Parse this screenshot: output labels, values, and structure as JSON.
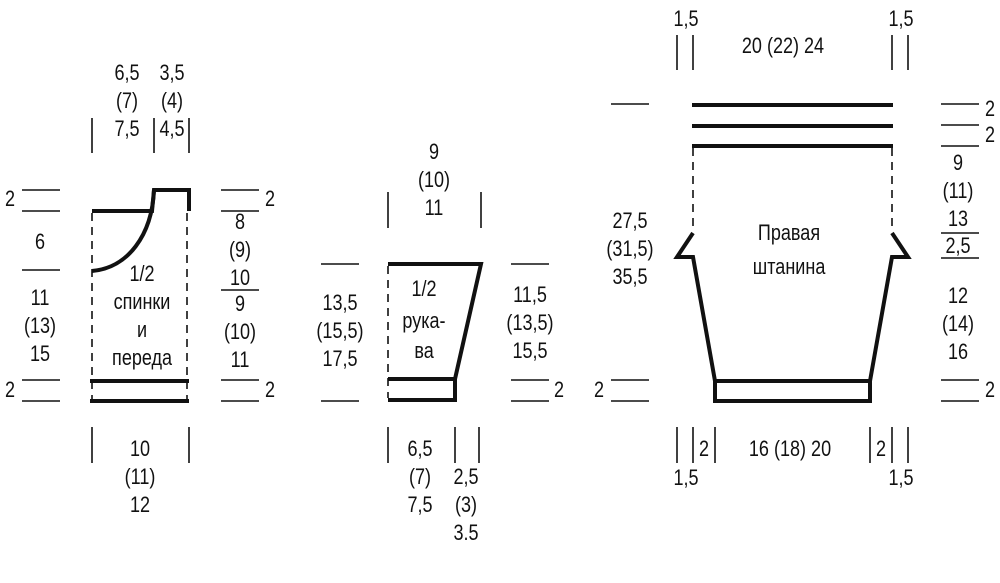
{
  "colors": {
    "ink": "#111111",
    "background": "#ffffff"
  },
  "back_front": {
    "top_neck": [
      "6,5",
      "(7)",
      "7,5"
    ],
    "top_shoulder": [
      "3,5",
      "(4)",
      "4,5"
    ],
    "left_top": "2",
    "left_neck_depth": "6",
    "left_body": [
      "11",
      "(13)",
      "15"
    ],
    "left_bottom": "2",
    "right_top": "2",
    "right_armhole": [
      "8",
      "(9)",
      "10"
    ],
    "right_side": [
      "9",
      "(10)",
      "11"
    ],
    "right_bottom": "2",
    "title": [
      "1/2",
      "спинки",
      "и",
      "переда"
    ],
    "bottom_width": [
      "10",
      "(11)",
      "12"
    ]
  },
  "sleeve": {
    "top_width": [
      "9",
      "(10)",
      "11"
    ],
    "left_length": [
      "13,5",
      "(15,5)",
      "17,5"
    ],
    "right_length": [
      "11,5",
      "(13,5)",
      "15,5"
    ],
    "right_bottom": "2",
    "title": [
      "1/2",
      "рука-",
      "ва"
    ],
    "bottom_main": [
      "6,5",
      "(7)",
      "7,5"
    ],
    "bottom_extra": [
      "2,5",
      "(3)",
      "3.5"
    ]
  },
  "pants": {
    "top_side_left": "1,5",
    "top_width": "20 (22) 24",
    "top_side_right": "1,5",
    "right_bands": [
      "2",
      "2"
    ],
    "right_rise": [
      "9",
      "(11)",
      "13"
    ],
    "right_crotch": "2,5",
    "left_rise": [
      "27,5",
      "(31,5)",
      "35,5"
    ],
    "title": [
      "Правая",
      "штанина"
    ],
    "right_leg": [
      "12",
      "(14)",
      "16"
    ],
    "left_bottom": "2",
    "right_bottom": "2",
    "bottom_width": "16 (18) 20",
    "bottom_inner_left": "2",
    "bottom_inner_right": "2",
    "bottom_outer_left": "1,5",
    "bottom_outer_right": "1,5"
  }
}
